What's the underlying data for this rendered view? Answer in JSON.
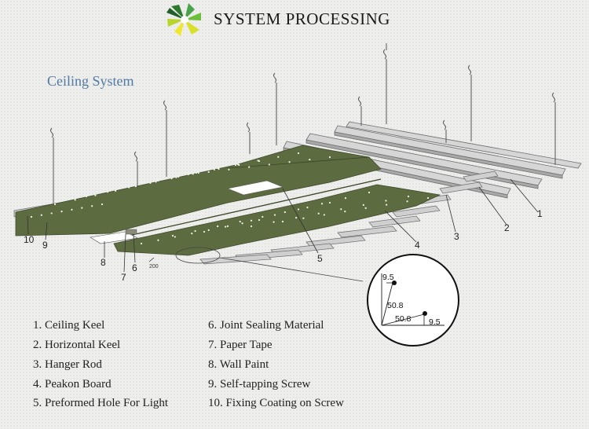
{
  "header": {
    "title": "SYSTEM PROCESSING"
  },
  "diagram": {
    "title": "Ceiling System",
    "callouts": [
      "1",
      "2",
      "3",
      "4",
      "5",
      "6",
      "7",
      "8",
      "9",
      "10"
    ],
    "spacing_label": "200",
    "detail_dimensions": {
      "top": "9.5",
      "vertical": "50.8",
      "horizontal": "50.8",
      "right": "9.5"
    }
  },
  "legend": {
    "left": [
      "1. Ceiling Keel",
      "2. Horizontal Keel",
      "3. Hanger Rod",
      "4. Peakon Board",
      "5. Preformed Hole For Light"
    ],
    "right": [
      "6. Joint Sealing Material",
      "7. Paper Tape",
      "8. Wall Paint",
      "9. Self-tapping Screw",
      "10. Fixing Coating on Screw"
    ]
  },
  "colors": {
    "board": "#5d6b41",
    "keel": "#cfcfcf",
    "title_blue": "#4f7aa6"
  }
}
